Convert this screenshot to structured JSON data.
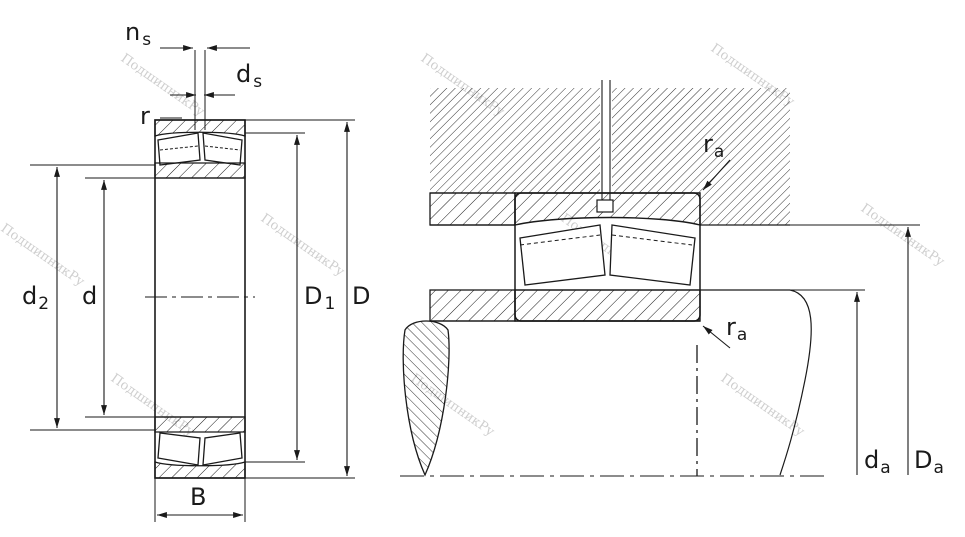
{
  "left_view": {
    "ns": {
      "main": "n",
      "sub": "s"
    },
    "ds": {
      "main": "d",
      "sub": "s"
    },
    "r": "r",
    "d2": {
      "main": "d",
      "sub": "2"
    },
    "d": "d",
    "D1": {
      "main": "D",
      "sub": "1"
    },
    "D": "D",
    "B": "B"
  },
  "right_view": {
    "ra_top": {
      "main": "r",
      "sub": "a"
    },
    "ra_bottom": {
      "main": "r",
      "sub": "a"
    },
    "da": {
      "main": "d",
      "sub": "a"
    },
    "Da": {
      "main": "D",
      "sub": "a"
    }
  },
  "watermark": "ПодшипникРу"
}
